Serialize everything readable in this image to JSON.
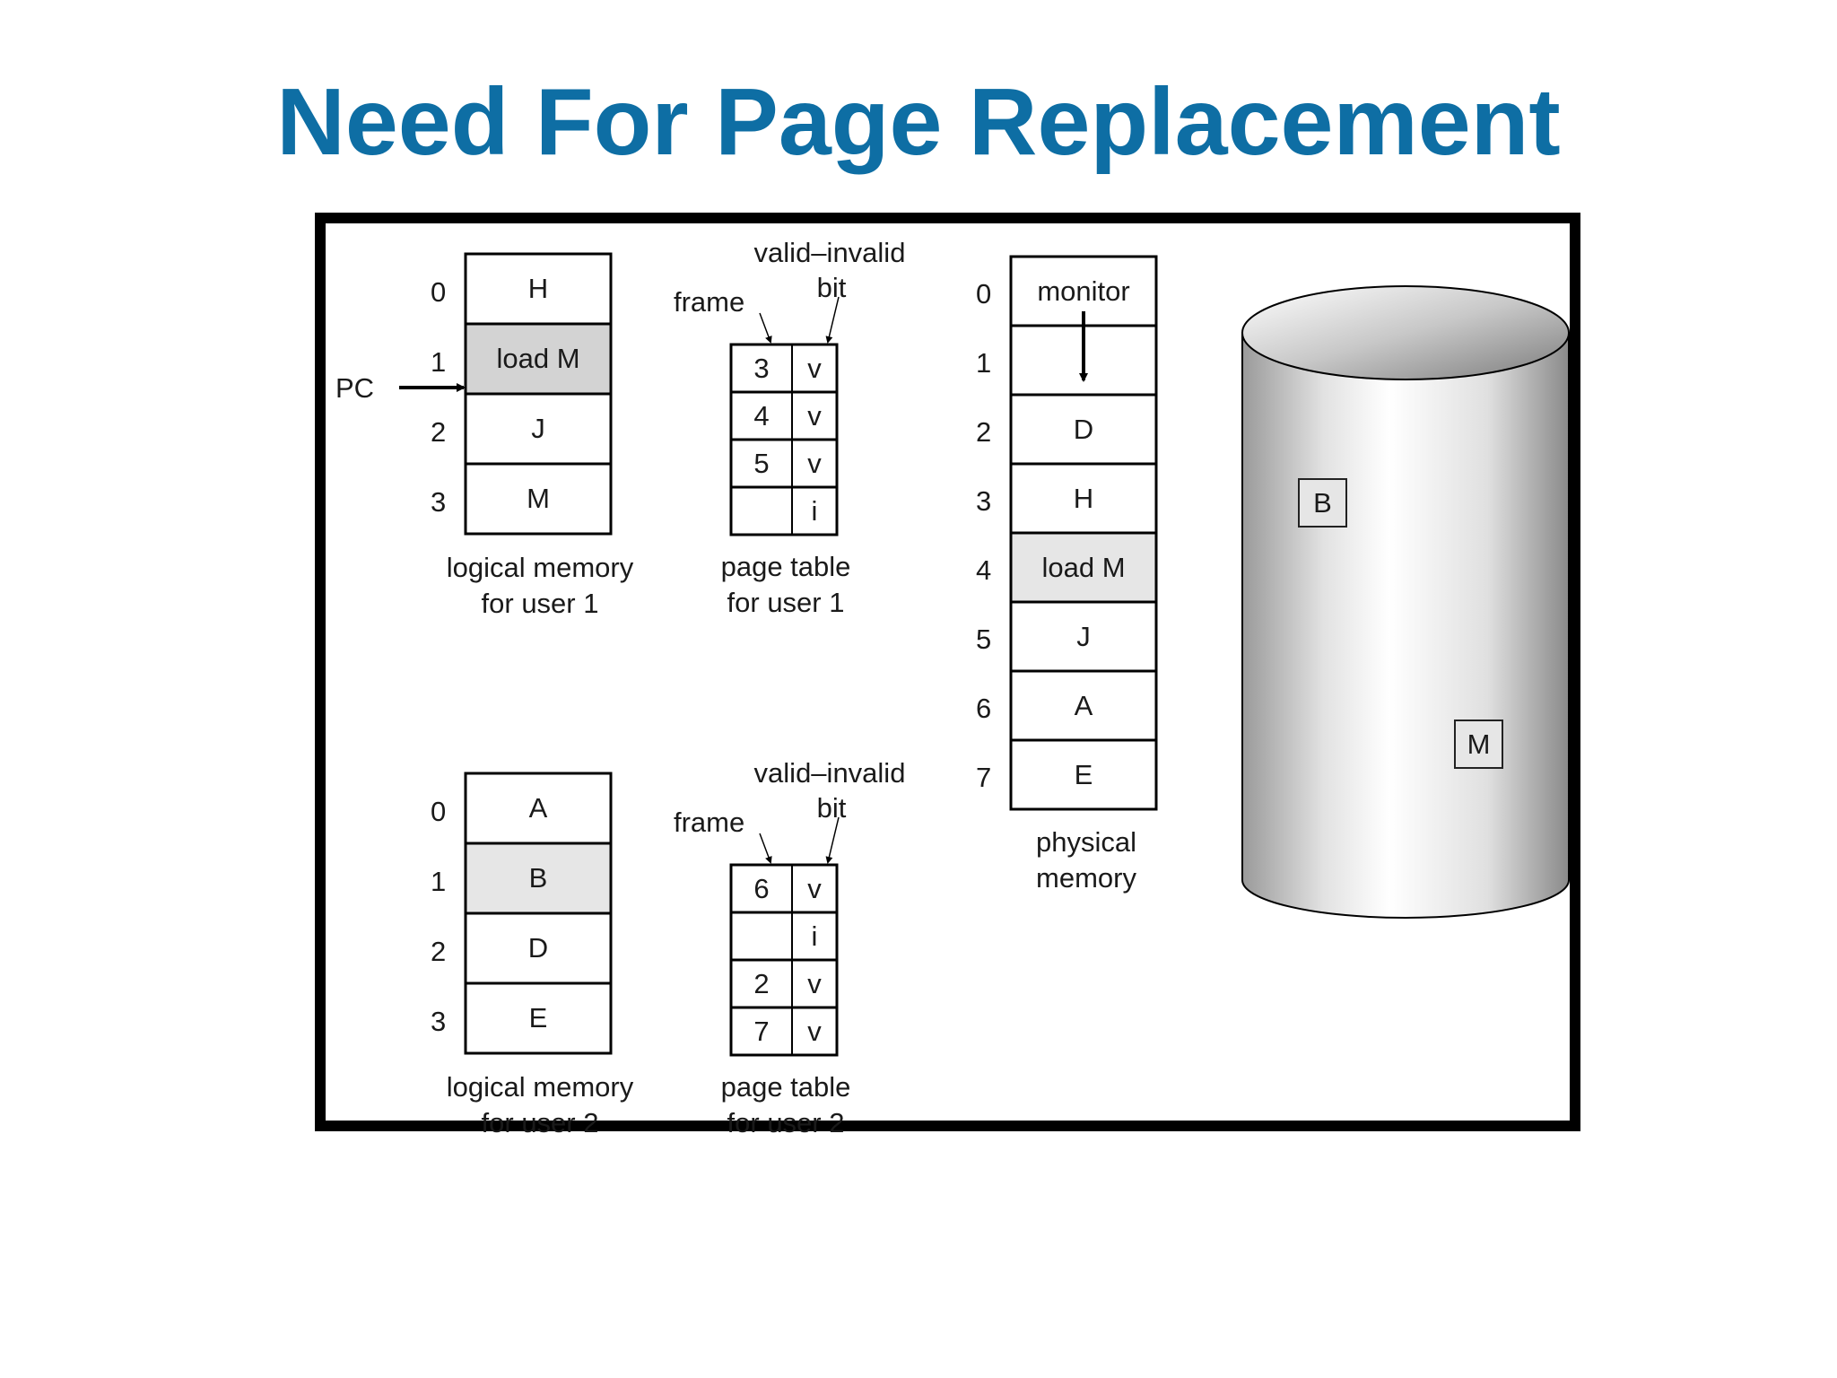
{
  "title": "Need For Page Replacement",
  "pc_label": "PC",
  "user1": {
    "logical_memory": {
      "indices": [
        "0",
        "1",
        "2",
        "3"
      ],
      "cells": [
        "H",
        "load M",
        "J",
        "M"
      ],
      "caption_line1": "logical memory",
      "caption_line2": "for user 1"
    },
    "page_table": {
      "frame_label": "frame",
      "valid_label_line1": "valid–invalid",
      "valid_label_line2": "bit",
      "rows": [
        {
          "frame": "3",
          "bit": "v"
        },
        {
          "frame": "4",
          "bit": "v"
        },
        {
          "frame": "5",
          "bit": "v"
        },
        {
          "frame": "",
          "bit": "i"
        }
      ],
      "caption_line1": "page table",
      "caption_line2": "for user 1"
    }
  },
  "user2": {
    "logical_memory": {
      "indices": [
        "0",
        "1",
        "2",
        "3"
      ],
      "cells": [
        "A",
        "B",
        "D",
        "E"
      ],
      "caption_line1": "logical memory",
      "caption_line2": "for user 2"
    },
    "page_table": {
      "frame_label": "frame",
      "valid_label_line1": "valid–invalid",
      "valid_label_line2": "bit",
      "rows": [
        {
          "frame": "6",
          "bit": "v"
        },
        {
          "frame": "",
          "bit": "i"
        },
        {
          "frame": "2",
          "bit": "v"
        },
        {
          "frame": "7",
          "bit": "v"
        }
      ],
      "caption_line1": "page table",
      "caption_line2": "for user 2"
    }
  },
  "physical_memory": {
    "indices": [
      "0",
      "1",
      "2",
      "3",
      "4",
      "5",
      "6",
      "7"
    ],
    "cells": [
      "monitor",
      "",
      "D",
      "H",
      "load M",
      "J",
      "A",
      "E"
    ],
    "caption_line1": "physical",
    "caption_line2": "memory"
  },
  "disk": {
    "items": [
      "B",
      "M"
    ]
  },
  "colors": {
    "title": "#0e6ea4",
    "highlight_cell": "#d3d3d3",
    "highlight_cell_light": "#e6e6e6"
  }
}
